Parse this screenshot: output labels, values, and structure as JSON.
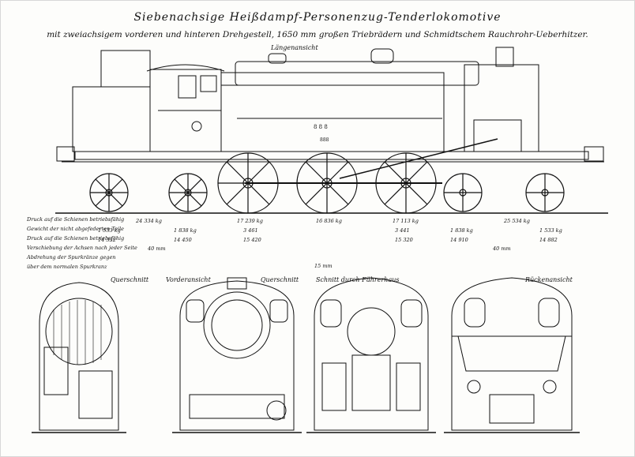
{
  "header": {
    "title": "Siebenachsige Heißdampf-Personenzug-Tenderlokomotive",
    "subtitle": "mit zweiachsigem vorderen und hinteren Drehgestell, 1650 mm großen Triebrädern und Schmidtschem Rauchrohr-Ueberhitzer."
  },
  "views": {
    "side": "Längenansicht",
    "cross1": "Querschnitt",
    "front": "Vorderansicht",
    "cross2": "Querschnitt",
    "cab_section": "Schnitt durch Führerhaus",
    "rear": "Rückenansicht"
  },
  "side_marks": {
    "number_plate": "8 8 8",
    "oval_plate": "888"
  },
  "weights": {
    "rows": [
      {
        "label": "Druck auf die Schienen betriebsfähig",
        "values": [
          "24 334 kg",
          "17 239 kg",
          "16 836 kg",
          "17 113 kg",
          "25 534 kg"
        ]
      },
      {
        "label": "Gewicht der nicht abgefederten Teile",
        "values": [
          "1 533 kg",
          "1 838 kg",
          "3 461",
          "3 441",
          "1 838 kg",
          "1 533 kg"
        ]
      },
      {
        "label": "Druck auf die Schienen betriebsfähig",
        "values": [
          "14 332",
          "14 450",
          "15 420",
          "15 320",
          "14 910",
          "14 882"
        ]
      },
      {
        "label": "Verschiebung der Achsen nach jeder Seite",
        "values": []
      },
      {
        "label": "Abdrehung der Spurkränze gegen",
        "values": []
      },
      {
        "label": "über dem normalen Spurkranz",
        "values": []
      }
    ],
    "shift_notes": [
      "40 mm",
      "15 mm",
      "40 mm"
    ]
  }
}
